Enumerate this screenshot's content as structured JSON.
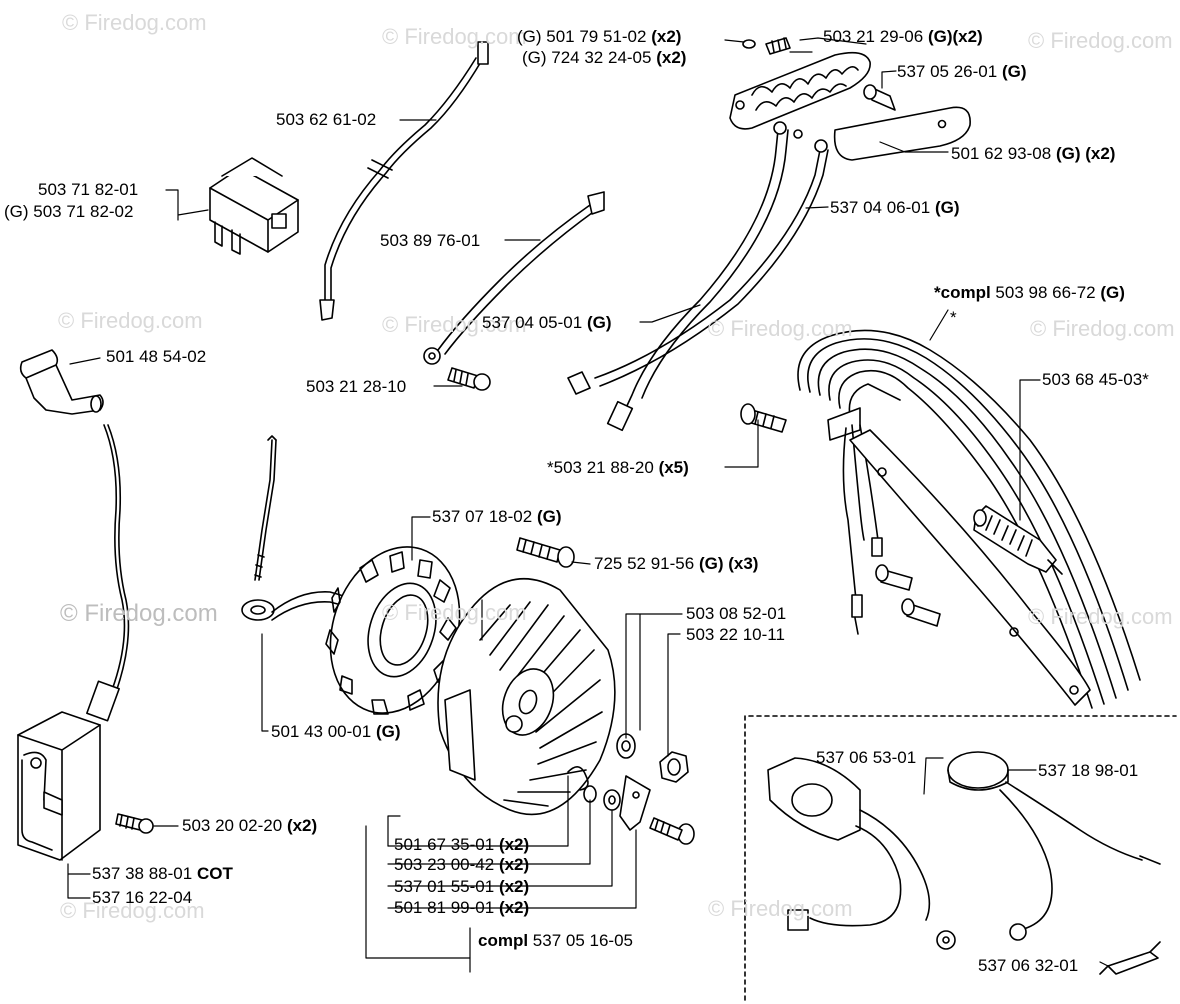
{
  "watermark": "© Firedog.com",
  "labels": {
    "p_501795102": "(G) 501 79 51-02",
    "p_501795102_q": "(x2)",
    "p_724322405": "(G) 724 32 24-05",
    "p_724322405_q": "(x2)",
    "p_503212906": "503 21 29-06",
    "p_503212906_q": "(G)(x2)",
    "p_537052601": "537 05 26-01",
    "p_537052601_q": "(G)",
    "p_503626102": "503 62 61-02",
    "p_501629308": "501 62 93-08",
    "p_501629308_q": "(G) (x2)",
    "p_503718201": "503 71 82-01",
    "p_503718202": "(G) 503 71 82-02",
    "p_537040601": "537 04 06-01",
    "p_537040601_q": "(G)",
    "p_503897601": "503 89 76-01",
    "p_compl_pre": "*compl",
    "p_compl_num": "503 98 66-72",
    "p_compl_q": "(G)",
    "p_star": "*",
    "p_537040501": "537 04 05-01",
    "p_537040501_q": "(G)",
    "p_501485402": "501 48 54-02",
    "p_503212810": "503 21 28-10",
    "p_503684503": "503 68 45-03*",
    "p_503218820": "*503 21 88-20",
    "p_503218820_q": "(x5)",
    "p_537071802": "537 07 18-02",
    "p_537071802_q": "(G)",
    "p_725529156": "725 52 91-56",
    "p_725529156_q": "(G) (x3)",
    "p_503085201": "503 08 52-01",
    "p_503221011": "503 22 10-11",
    "p_501430001": "501 43 00-01",
    "p_501430001_q": "(G)",
    "p_537065301": "537 06 53-01",
    "p_537189801": "537 18 98-01",
    "p_503200220": "503 20 02-20",
    "p_503200220_q": "(x2)",
    "p_501673501": "501 67 35-01",
    "p_501673501_q": "(x2)",
    "p_503230042": "503 23 00-42",
    "p_503230042_q": "(x2)",
    "p_537015501": "537 01 55-01",
    "p_537015501_q": "(x2)",
    "p_501819901": "501 81 99-01",
    "p_501819901_q": "(x2)",
    "p_537388801": "537 38 88-01",
    "p_537388801_q": "COT",
    "p_537162204": "537 16 22-04",
    "p_compl2_pre": "compl",
    "p_compl2_num": "537 05 16-05",
    "p_537063201": "537 06 32-01"
  }
}
